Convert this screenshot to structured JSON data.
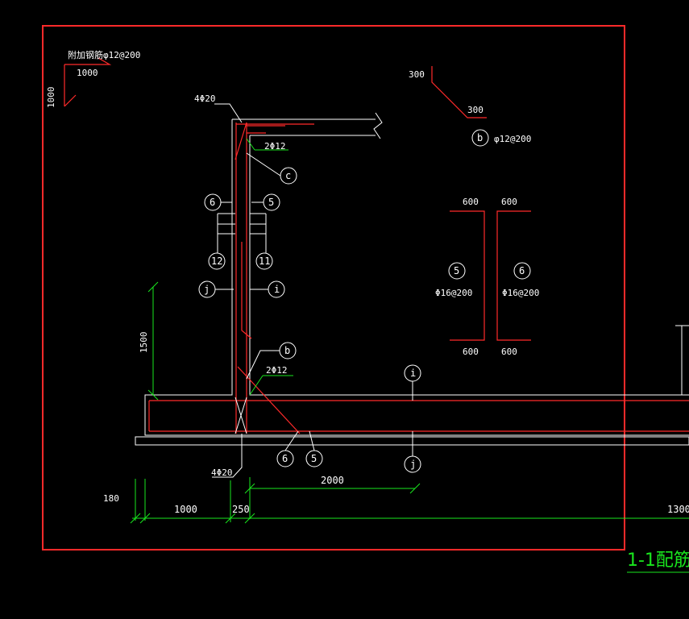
{
  "drawing": {
    "title": "1-1配筋",
    "note_top_left": "附加钢筋φ12@200",
    "labels": {
      "d1000_top": "1000",
      "d1000_side": "1000",
      "d300_a": "300",
      "d300_b": "300",
      "bar_4phi20_top": "4Φ20",
      "bar_4phi20_bottom": "4Φ20",
      "bar_2phi12_top": "2Φ12",
      "bar_2phi12_mid": "2Φ12",
      "b_spec": "φ12@200",
      "d600_1": "600",
      "d600_2": "600",
      "d600_3": "600",
      "d600_4": "600",
      "spec_5": "Φ16@200",
      "spec_6": "Φ16@200",
      "dim_1500": "1500",
      "dim_2000": "2000",
      "dim_180": "180",
      "dim_1000": "1000",
      "dim_250": "250",
      "dim_1300": "1300"
    },
    "bubbles": {
      "c": "c",
      "b_top": "b",
      "n6_left": "6",
      "n5_left": "5",
      "n12": "12",
      "n11": "11",
      "j_left": "j",
      "i_left": "i",
      "n5_right": "5",
      "n6_right": "6",
      "b_mid": "b",
      "i_mid": "i",
      "n6_bot": "6",
      "n5_bot": "5",
      "j_bot": "j"
    },
    "colors": {
      "background": "#000000",
      "frame": "#ff2a2a",
      "concrete": "#ffffff",
      "rebar": "#ff2a2a",
      "dimension": "#19e61e",
      "title": "#19e61e"
    }
  }
}
